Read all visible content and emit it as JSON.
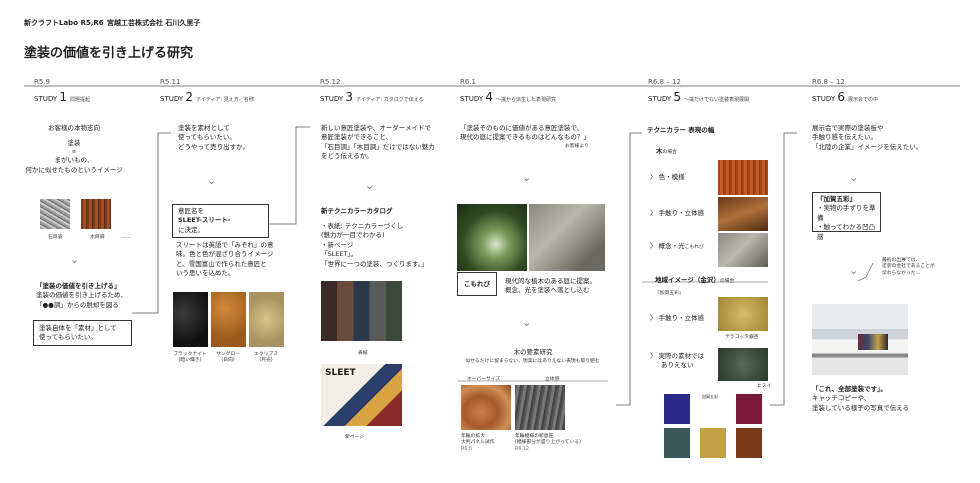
{
  "header": {
    "course": "新クラフトLabo R5,R6",
    "company": "宮越工芸株式会社 石川久里子"
  },
  "title": "塗装の価値を引き上げる研究",
  "timeline": [
    {
      "date": "R5.9",
      "step": "STUDY",
      "num": "1",
      "sub": "問題提起"
    },
    {
      "date": "R5.11",
      "step": "STUDY",
      "num": "2",
      "sub": "アイディア: 見え方／名称"
    },
    {
      "date": "R5.12",
      "step": "STUDY",
      "num": "3",
      "sub": "アイディア: カタログで伝える"
    },
    {
      "date": "R6.1",
      "step": "STUDY",
      "num": "4",
      "sub": "〜識から派生した表現研究"
    },
    {
      "date": "R6.8 – 12",
      "step": "STUDY",
      "num": "5",
      "sub": "〜識だけでない塗装表現展開"
    },
    {
      "date": "R6.8 – 12",
      "step": "STUDY",
      "num": "6",
      "sub": "展示会での中"
    }
  ],
  "s1": {
    "l1": "お客様の本物志向",
    "l2": "塗装",
    "l3": "≡",
    "l4": "まがいもの、",
    "l5": "何かに似せたものというイメージ",
    "cap1": "石目調",
    "cap2": "木目調",
    "cap3": "……",
    "b1": "「塗装の価値を引き上げる」",
    "b2": "塗装の価値を引き上げるため、",
    "b3": "「●●調」からの脱却を図る",
    "box1": "塗装自体を「素材」として",
    "box2": "使ってもらいたい。"
  },
  "s2": {
    "t1": "塗装を素材として",
    "t2": "使ってもらいたい。",
    "t3": "どうやって売り出すか。",
    "box1": "意匠名を",
    "box2": "SLEET-スリート-",
    "box3": "に決定。",
    "d1": "スリートは英語で「みぞれ」の意",
    "d2": "味。色と色が混ざり合うイメージ",
    "d3": "と、雪国富山で作られた意匠と",
    "d4": "いう思いを込めた。",
    "c1a": "ブラックナイト",
    "c1b": "(暗い輝き)",
    "c2a": "サングロー",
    "c2b": "(日向)",
    "c3a": "エクリプス",
    "c3b": "(月光)"
  },
  "s3": {
    "t1": "新しい意匠塗装や、オーダーメイドで",
    "t2": "意匠塗装ができること、",
    "t3": "「石目調」「木目調」だけではない魅力",
    "t4": "をどう伝えるか。",
    "h": "新テクニカラーカタログ",
    "i1": "・表紙: テクニカラーづくし",
    "i2": "(魅力が一目でわかる)",
    "i3": "・新ページ",
    "i4": "「SLEET」。",
    "i5": "「世界に一つの塗装、つくります。」",
    "cap1": "表紙",
    "cap2": "新ページ",
    "cover": "SLEET"
  },
  "s4": {
    "t1": "「塗装そのものに価値がある意匠塗装で、",
    "t2": "現代の庭に提案できるものはどんなもの？」",
    "t3": "お客様より",
    "label": "こもれび",
    "d1": "現代的な植木のある庭に提案。",
    "d2": "概念、光を塗装へ落とし込む",
    "h": "木の要素研究",
    "sub": "似せるだけに留まらない、現実にはありえない表現も取り組む",
    "col1": "オーバーサイズ",
    "col2": "立体感",
    "c1a": "年輪の拡大",
    "c1b": "大判パネル試作",
    "c1c": "R6.8",
    "c2a": "年輪模様の新意匠",
    "c2b": "(模様部分が盛り上がっている)",
    "c2c": "R6.12"
  },
  "s5": {
    "h": "テクニカラー 表現の幅",
    "k1": "木",
    "k1s": "の場合",
    "r1": "色・模様",
    "r2": "手触り・立体感",
    "r3": "概念・光",
    "r3s": "こもれび",
    "h2": "地域イメージ（金沢）",
    "h2s": "の場合",
    "note": "『加賀五彩』",
    "r4": "手触り・立体感",
    "r4c": "テラコッタ銀杏",
    "r5a": "実際の素材では",
    "r5b": "ありえない",
    "r5c": "ヒスイ",
    "panel": "加賀五彩"
  },
  "s6": {
    "t1": "展示会で実際の塗装板や",
    "t2": "手触り感を伝えたい。",
    "t3": "「北陸の企業」イメージを伝えたい。",
    "box1": "『加賀五彩』",
    "box2": "・実物の手ずりを準備",
    "box3": "・触ってわかる凹凸感",
    "side1": "最初の出展では、",
    "side2": "塗装の会社であることが",
    "side3": "伝わらなかった…",
    "b1": "「これ、全部塗装です」。",
    "b2": "キャッチコピーや、",
    "b3": "塗装している様子の写真で伝える"
  }
}
